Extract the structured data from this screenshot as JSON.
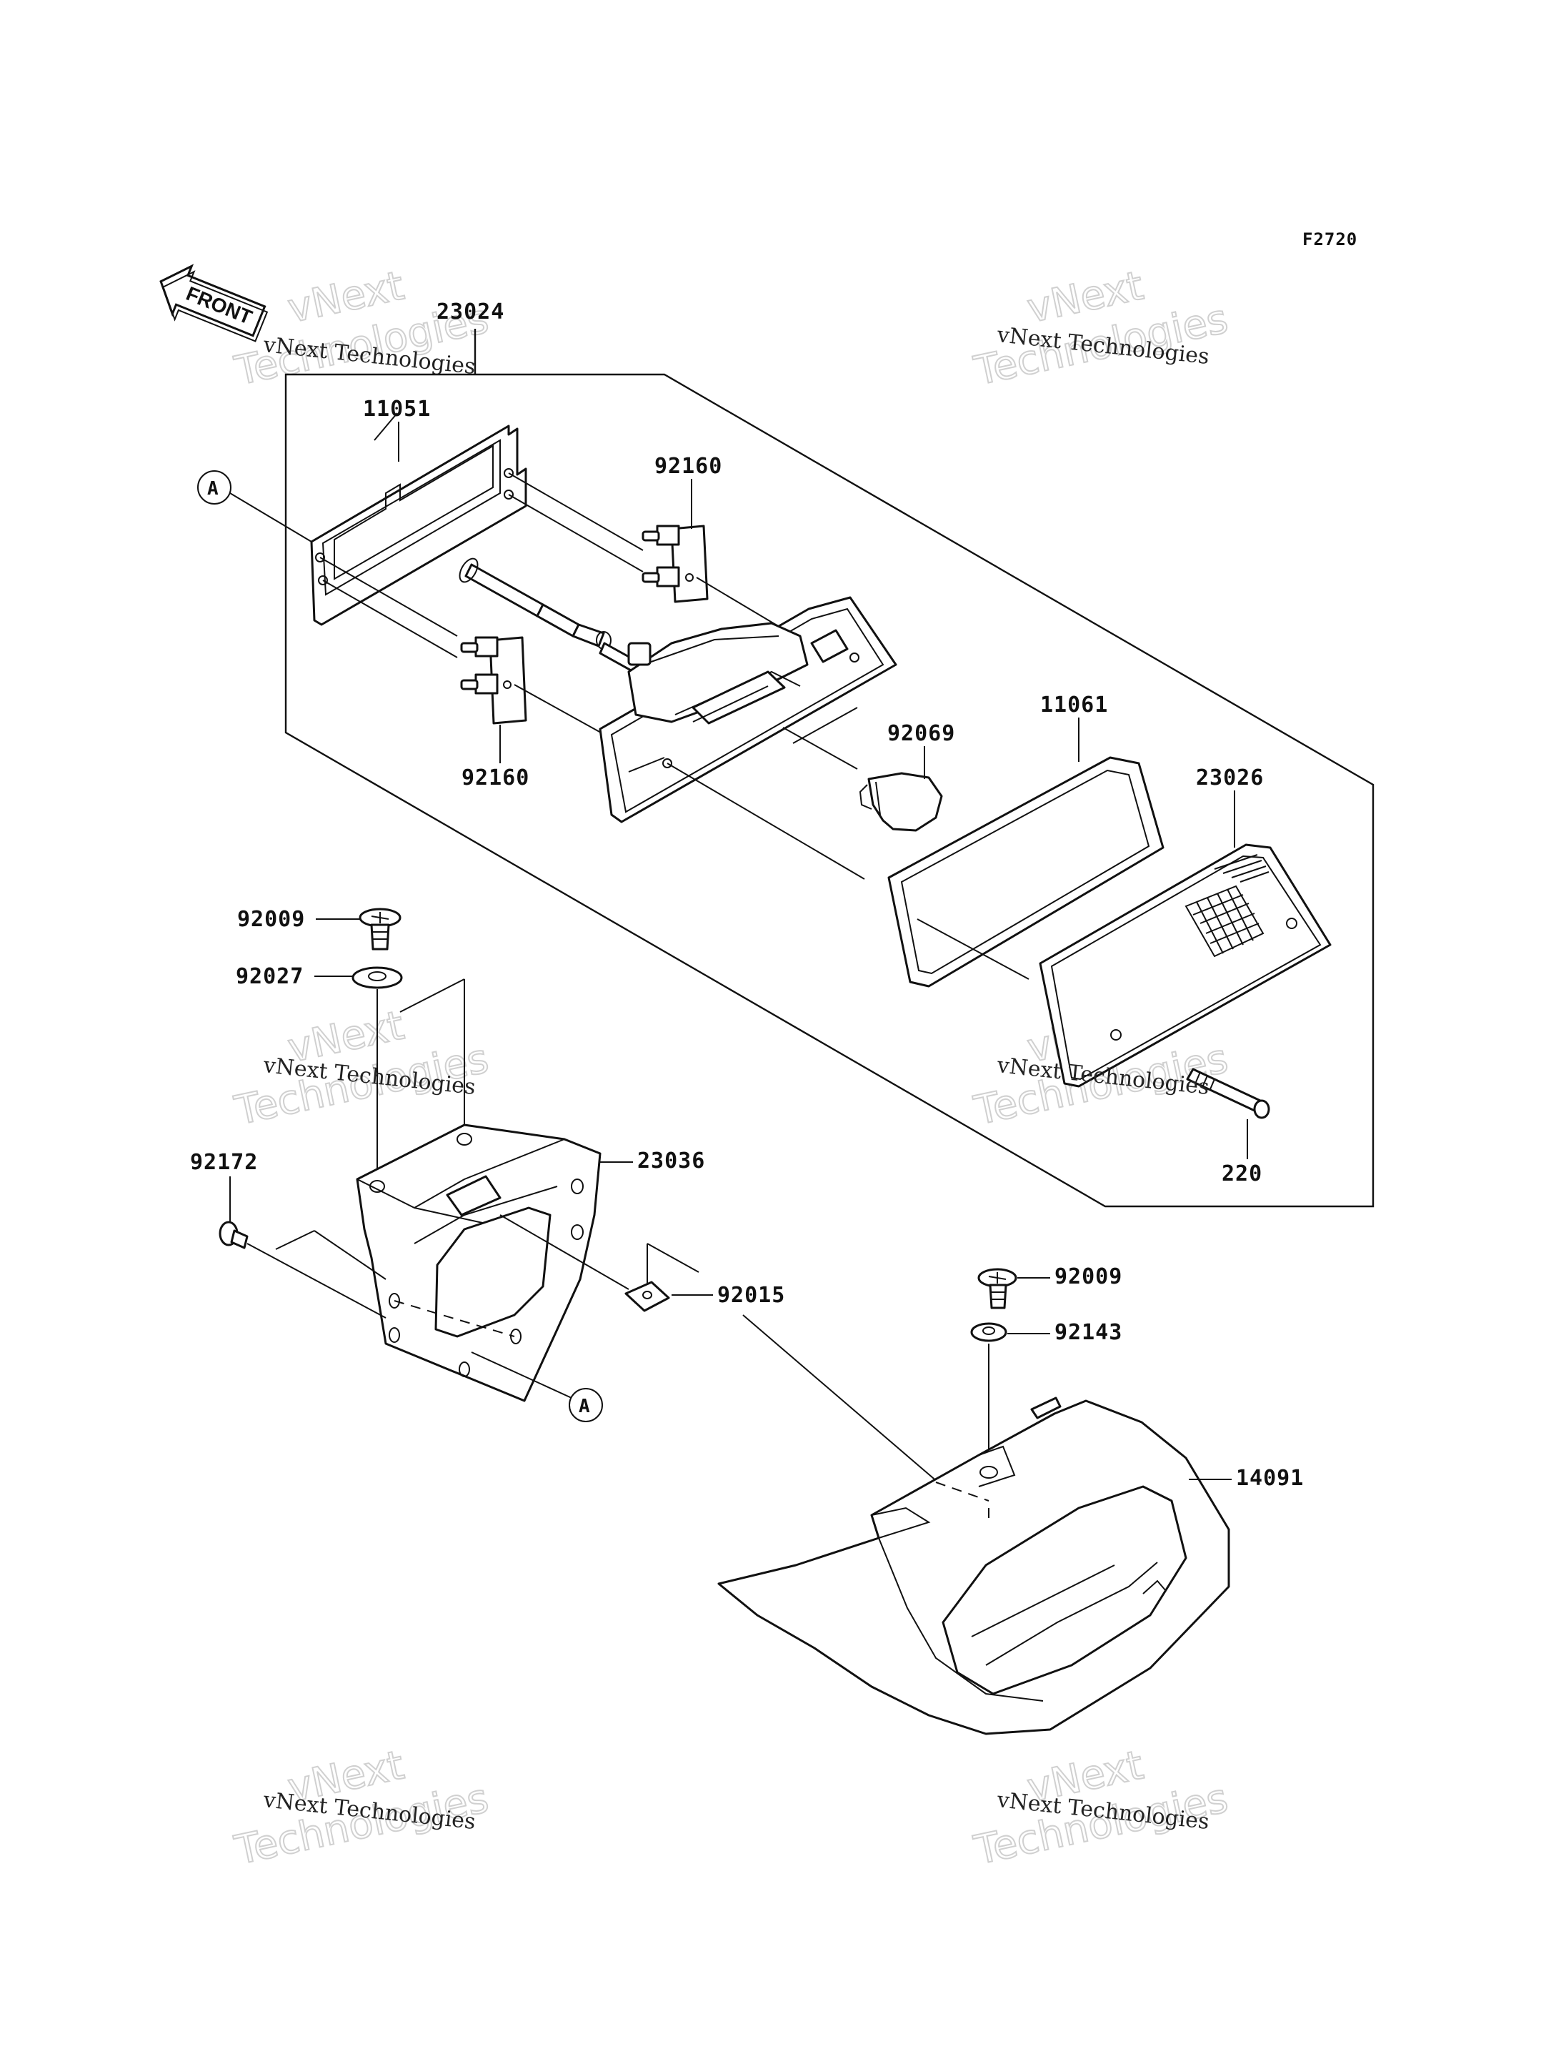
{
  "figure_code": "F2720",
  "front_label": "FRONT",
  "callouts": {
    "ref_a_top": "A",
    "ref_a_bottom": "A"
  },
  "parts": {
    "p23024": "23024",
    "p11051": "11051",
    "p92160_top": "92160",
    "p92160_bottom": "92160",
    "p92069": "92069",
    "p11061": "11061",
    "p23026": "23026",
    "p220": "220",
    "p92009_left": "92009",
    "p92027": "92027",
    "p92172": "92172",
    "p23036": "23036",
    "p92015": "92015",
    "p92009_right": "92009",
    "p92143": "92143",
    "p14091": "14091"
  },
  "watermarks": {
    "w1_line1": "vNext Technologies",
    "w1_line2": "vNext",
    "w1_line3": "Technologies",
    "w2_line1": "vNext Technologies",
    "w2_line2": "vNext",
    "w2_line3": "Technologies",
    "w3_line1": "vNext Technologies",
    "w3_line2": "vNext",
    "w3_line3": "Technologies",
    "w4_line1": "vNext Technologies",
    "w4_line2": "vNext",
    "w4_line3": "Technologies",
    "w5_line1": "vNext Technologies",
    "w5_line2": "vNext",
    "w5_line3": "Technologies",
    "w6_line1": "vNext Technologies",
    "w6_line2": "vNext",
    "w6_line3": "Technologies"
  }
}
